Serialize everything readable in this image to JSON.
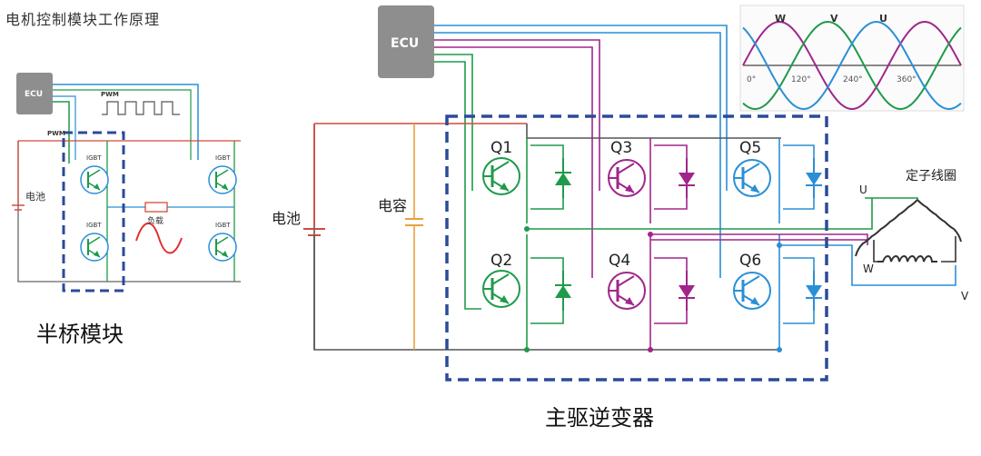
{
  "title": "电机控制模块工作原理",
  "small": {
    "ecu": "ECU",
    "pwm_top": "PWM",
    "pwm_left": "PWM",
    "igbt_labels": [
      "IGBT",
      "IGBT",
      "IGBT",
      "IGBT"
    ],
    "battery": "电池",
    "load": "负载",
    "caption": "半桥模块"
  },
  "main": {
    "ecu": "ECU",
    "battery": "电池",
    "capacitor": "电容",
    "switches": [
      "Q1",
      "Q2",
      "Q3",
      "Q4",
      "Q5",
      "Q6"
    ],
    "caption": "主驱逆变器"
  },
  "motor": {
    "title": "定子线圈",
    "u": "U",
    "v": "V",
    "w": "W"
  },
  "waveform": {
    "phase_labels": [
      "W",
      "V",
      "U"
    ],
    "angle_labels": [
      "0°",
      "120°",
      "240°",
      "360°"
    ]
  },
  "colors": {
    "phase_green": "#1f9a4a",
    "phase_purple": "#a0268a",
    "phase_blue": "#2a8fd6",
    "battery_red": "#d24a3a",
    "capacitor_orange": "#e8a23a",
    "highlight_box": "#2b4a9a"
  }
}
